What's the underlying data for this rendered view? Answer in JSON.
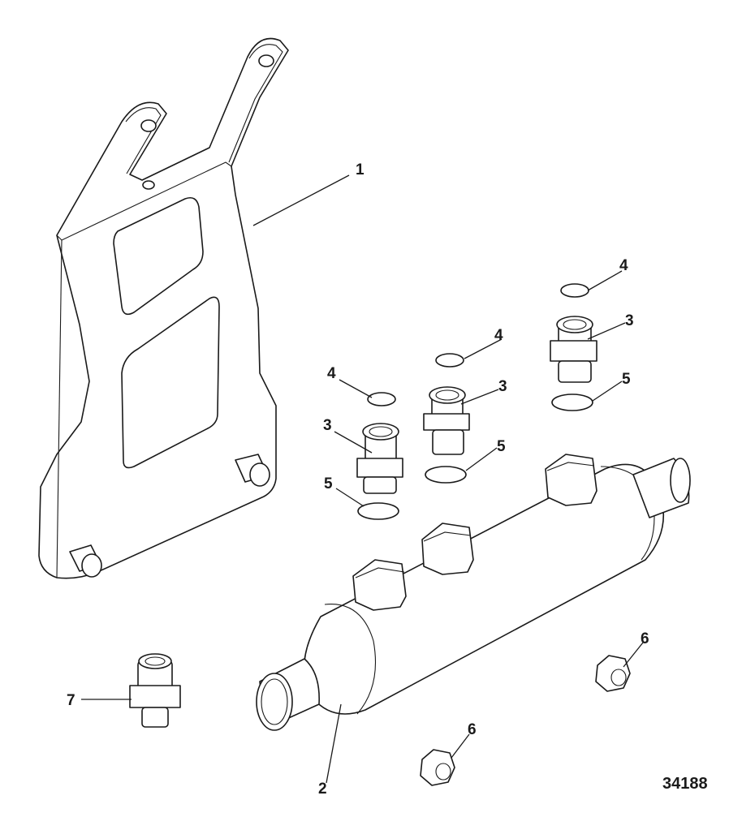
{
  "figure_number": "34188",
  "callouts": {
    "c1": "1",
    "c2": "2",
    "c3a": "3",
    "c3b": "3",
    "c3c": "3",
    "c4a": "4",
    "c4b": "4",
    "c4c": "4",
    "c5a": "5",
    "c5b": "5",
    "c5c": "5",
    "c6a": "6",
    "c6b": "6",
    "c7": "7"
  }
}
